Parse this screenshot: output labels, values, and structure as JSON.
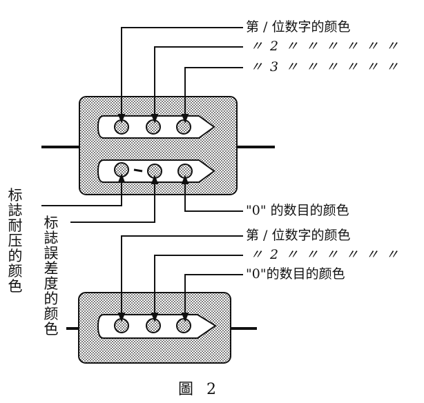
{
  "diagram": {
    "upper": {
      "callouts": [
        "第 / 位数字的颜色",
        "〃 2 〃 〃 〃 〃 〃 〃",
        "〃 3 〃 〃 〃 〃 〃 〃",
        "\"0\" 的数目的颜色"
      ],
      "side_label_left": "标誌耐压的颜色",
      "side_label_right": "标誌誤差度的颜色"
    },
    "lower": {
      "callouts": [
        "第 / 位数字的颜色",
        "〃 2 〃 〃 〃 〃 〃 〃",
        "\"0\"的数目的颜色"
      ]
    },
    "caption": "圖 2"
  }
}
